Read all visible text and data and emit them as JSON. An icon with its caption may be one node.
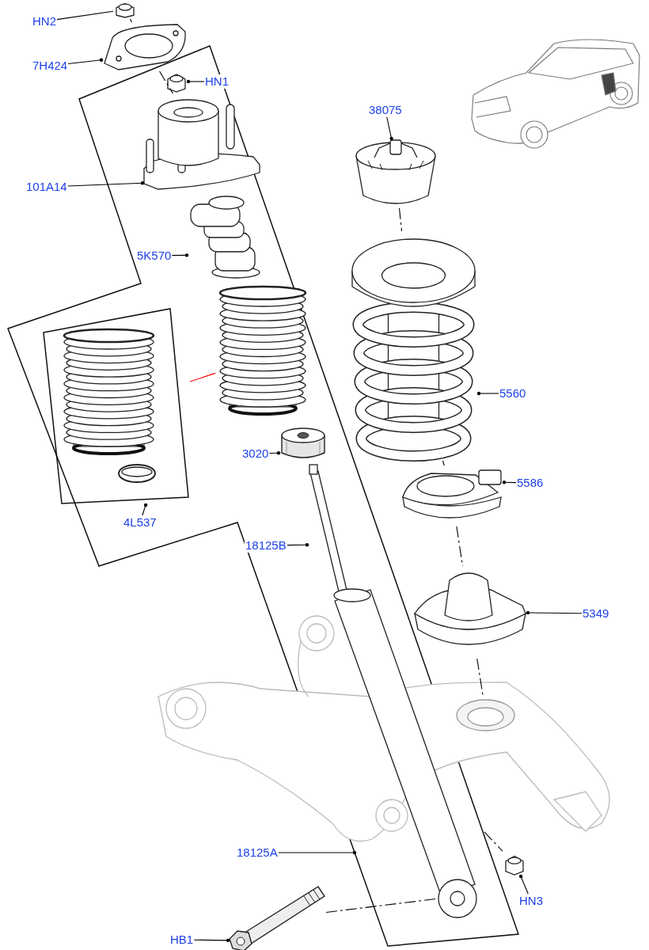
{
  "diagram": {
    "nodes": [
      {
        "text": [
          "HN2"
        ]
      },
      {
        "text": [],
        "shape": "picture"
      },
      {
        "text": [
          "7H424"
        ]
      },
      {
        "text": [],
        "shape": "picture"
      },
      {
        "text": [
          "HN1"
        ]
      },
      {
        "text": [],
        "shape": "picture"
      },
      {
        "text": [
          "101A14"
        ]
      },
      {
        "text": [],
        "shape": "picture"
      },
      {
        "text": [
          "38075"
        ]
      },
      {
        "text": [],
        "shape": "picture"
      },
      {
        "text": [
          "5K570"
        ]
      },
      {
        "text": [],
        "shape": "picture"
      },
      {
        "text": [],
        "shape": "box"
      },
      {
        "text": [],
        "shape": "picture",
        "in": 12
      },
      {
        "text": [],
        "shape": "picture",
        "in": 12
      },
      {
        "text": [],
        "shape": "picture"
      },
      {
        "text": [
          "5560"
        ]
      },
      {
        "text": [],
        "shape": "picture"
      },
      {
        "text": [
          "3020"
        ]
      },
      {
        "text": [],
        "shape": "picture"
      },
      {
        "text": [
          "5586"
        ]
      },
      {
        "text": [],
        "shape": "picture"
      },
      {
        "text": [
          "4L537"
        ]
      },
      {
        "text": [
          "18125B"
        ]
      },
      {
        "text": [],
        "shape": "picture"
      },
      {
        "text": [
          "5349"
        ]
      },
      {
        "text": [],
        "shape": "picture"
      },
      {
        "text": [],
        "shape": "picture"
      },
      {
        "text": [],
        "shape": "picture"
      },
      {
        "text": [
          "18125A"
        ]
      },
      {
        "text": [
          "HN3"
        ]
      },
      {
        "text": [],
        "shape": "picture"
      },
      {
        "text": [
          "HB1"
        ]
      },
      {
        "text": [],
        "shape": "picture"
      }
    ],
    "edges": [
      {
        "from": 0,
        "to": 1,
        "arrow": "none"
      },
      {
        "from": 2,
        "to": 3,
        "arrow": "other"
      },
      {
        "from": 4,
        "to": 5,
        "arrow": "other"
      },
      {
        "from": 6,
        "to": 7,
        "arrow": "other"
      },
      {
        "from": 8,
        "to": 9,
        "arrow": "other"
      },
      {
        "from": 10,
        "to": 11,
        "arrow": "other"
      },
      {
        "from": 16,
        "to": 17,
        "arrow": "other"
      },
      {
        "from": 18,
        "to": 19,
        "arrow": "other"
      },
      {
        "from": 20,
        "to": 21,
        "arrow": "other"
      },
      {
        "from": 22,
        "to": 12,
        "arrow": "other"
      },
      {
        "from": 23,
        "to": 24,
        "arrow": "other"
      },
      {
        "from": 25,
        "to": 26,
        "arrow": "other"
      },
      {
        "from": 29,
        "to": null,
        "arrow": "other"
      },
      {
        "from": 30,
        "to": 31,
        "arrow": "other"
      },
      {
        "from": 32,
        "to": 33,
        "arrow": "other"
      },
      {
        "from": 12,
        "to": 15,
        "arrow": "none",
        "color": "#ff0000"
      },
      {
        "from": 1,
        "to": 3,
        "arrow": "none",
        "style": "dashed"
      },
      {
        "from": 3,
        "to": 7,
        "arrow": "none",
        "style": "dashed"
      },
      {
        "from": 9,
        "to": 17,
        "arrow": "none",
        "style": "dashed"
      },
      {
        "from": 17,
        "to": 21,
        "arrow": "none",
        "style": "dashed"
      },
      {
        "from": 21,
        "to": 26,
        "arrow": "none",
        "style": "dashed"
      },
      {
        "from": 26,
        "to": 28,
        "arrow": "none",
        "style": "dashed"
      },
      {
        "from": 33,
        "to": 27,
        "arrow": "none",
        "style": "dashed"
      },
      {
        "from": 27,
        "to": 31,
        "arrow": "none",
        "style": "dashed"
      }
    ]
  }
}
